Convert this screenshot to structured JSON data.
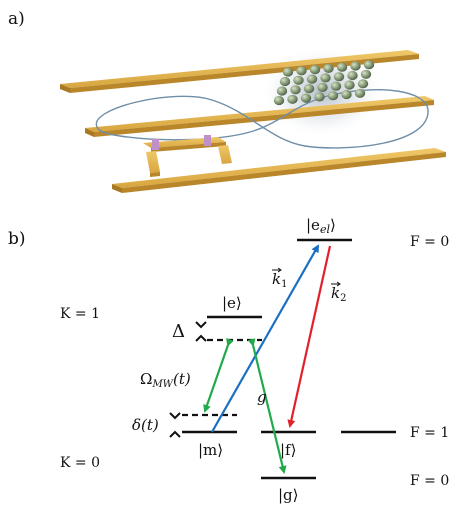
{
  "panel_a": {
    "label": "a)"
  },
  "panel_b": {
    "label": "b)",
    "levels": {
      "e_el": "|e",
      "e_el_sub": "el",
      "e": "|e⟩",
      "m": "|m⟩",
      "f": "|f⟩",
      "g": "|g⟩"
    },
    "quantum_numbers": {
      "K1": "K = 1",
      "K0": "K = 0",
      "F0_top": "F = 0",
      "F1": "F = 1",
      "F0_bottom": "F = 0"
    },
    "symbols": {
      "Delta": "Δ",
      "delta_t": "δ(t)",
      "Omega": "Ω",
      "Omega_sub": "MW",
      "Omega_arg": "(t)",
      "k1": "k",
      "k1_sub": "1",
      "k2": "k",
      "k2_sub": "2",
      "g": "g"
    },
    "colors": {
      "k1_beam": "#1a6fc2",
      "k2_beam": "#e0202a",
      "microwave": "#22aa4a",
      "rails": "#e0b048",
      "atoms": "#8a9a7a"
    }
  }
}
